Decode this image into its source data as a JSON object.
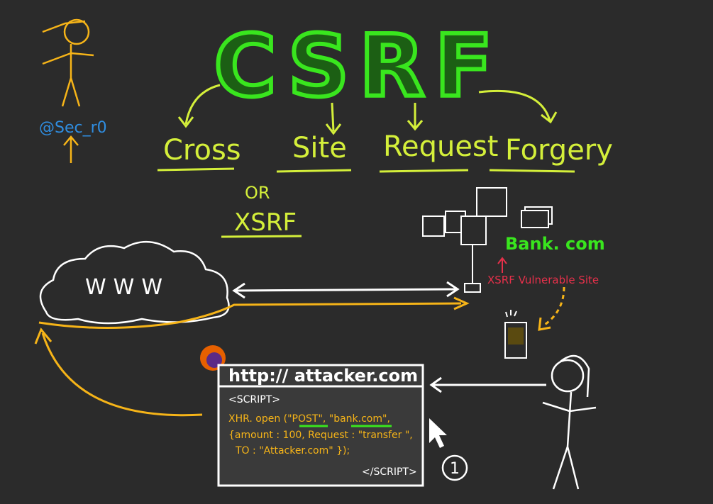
{
  "title": "CSRF",
  "words": [
    "Cross",
    "Site",
    "Request",
    "Forgery"
  ],
  "or_label": "OR",
  "alt_name": "XSRF",
  "author": "@Sec_r0",
  "www_label": "WWW",
  "bank_label": "Bank. com",
  "vuln_label": "XSRF Vulnerable Site",
  "browser": {
    "url": "http:// attacker.com",
    "code": [
      "<SCRIPT>",
      "XHR. open (\"POST\", \"bank.com\",",
      "{amount : 100, Request : \"transfer \",",
      "TO : \"Attacker.com\" });",
      "</SCRIPT>"
    ]
  },
  "step": "1",
  "colors": {
    "title": "#39e61e",
    "words": "#d4ef3a",
    "arrows": "#f6b418",
    "author": "#2f8de0",
    "vuln": "#e5304a",
    "bank": "#39e61e"
  }
}
